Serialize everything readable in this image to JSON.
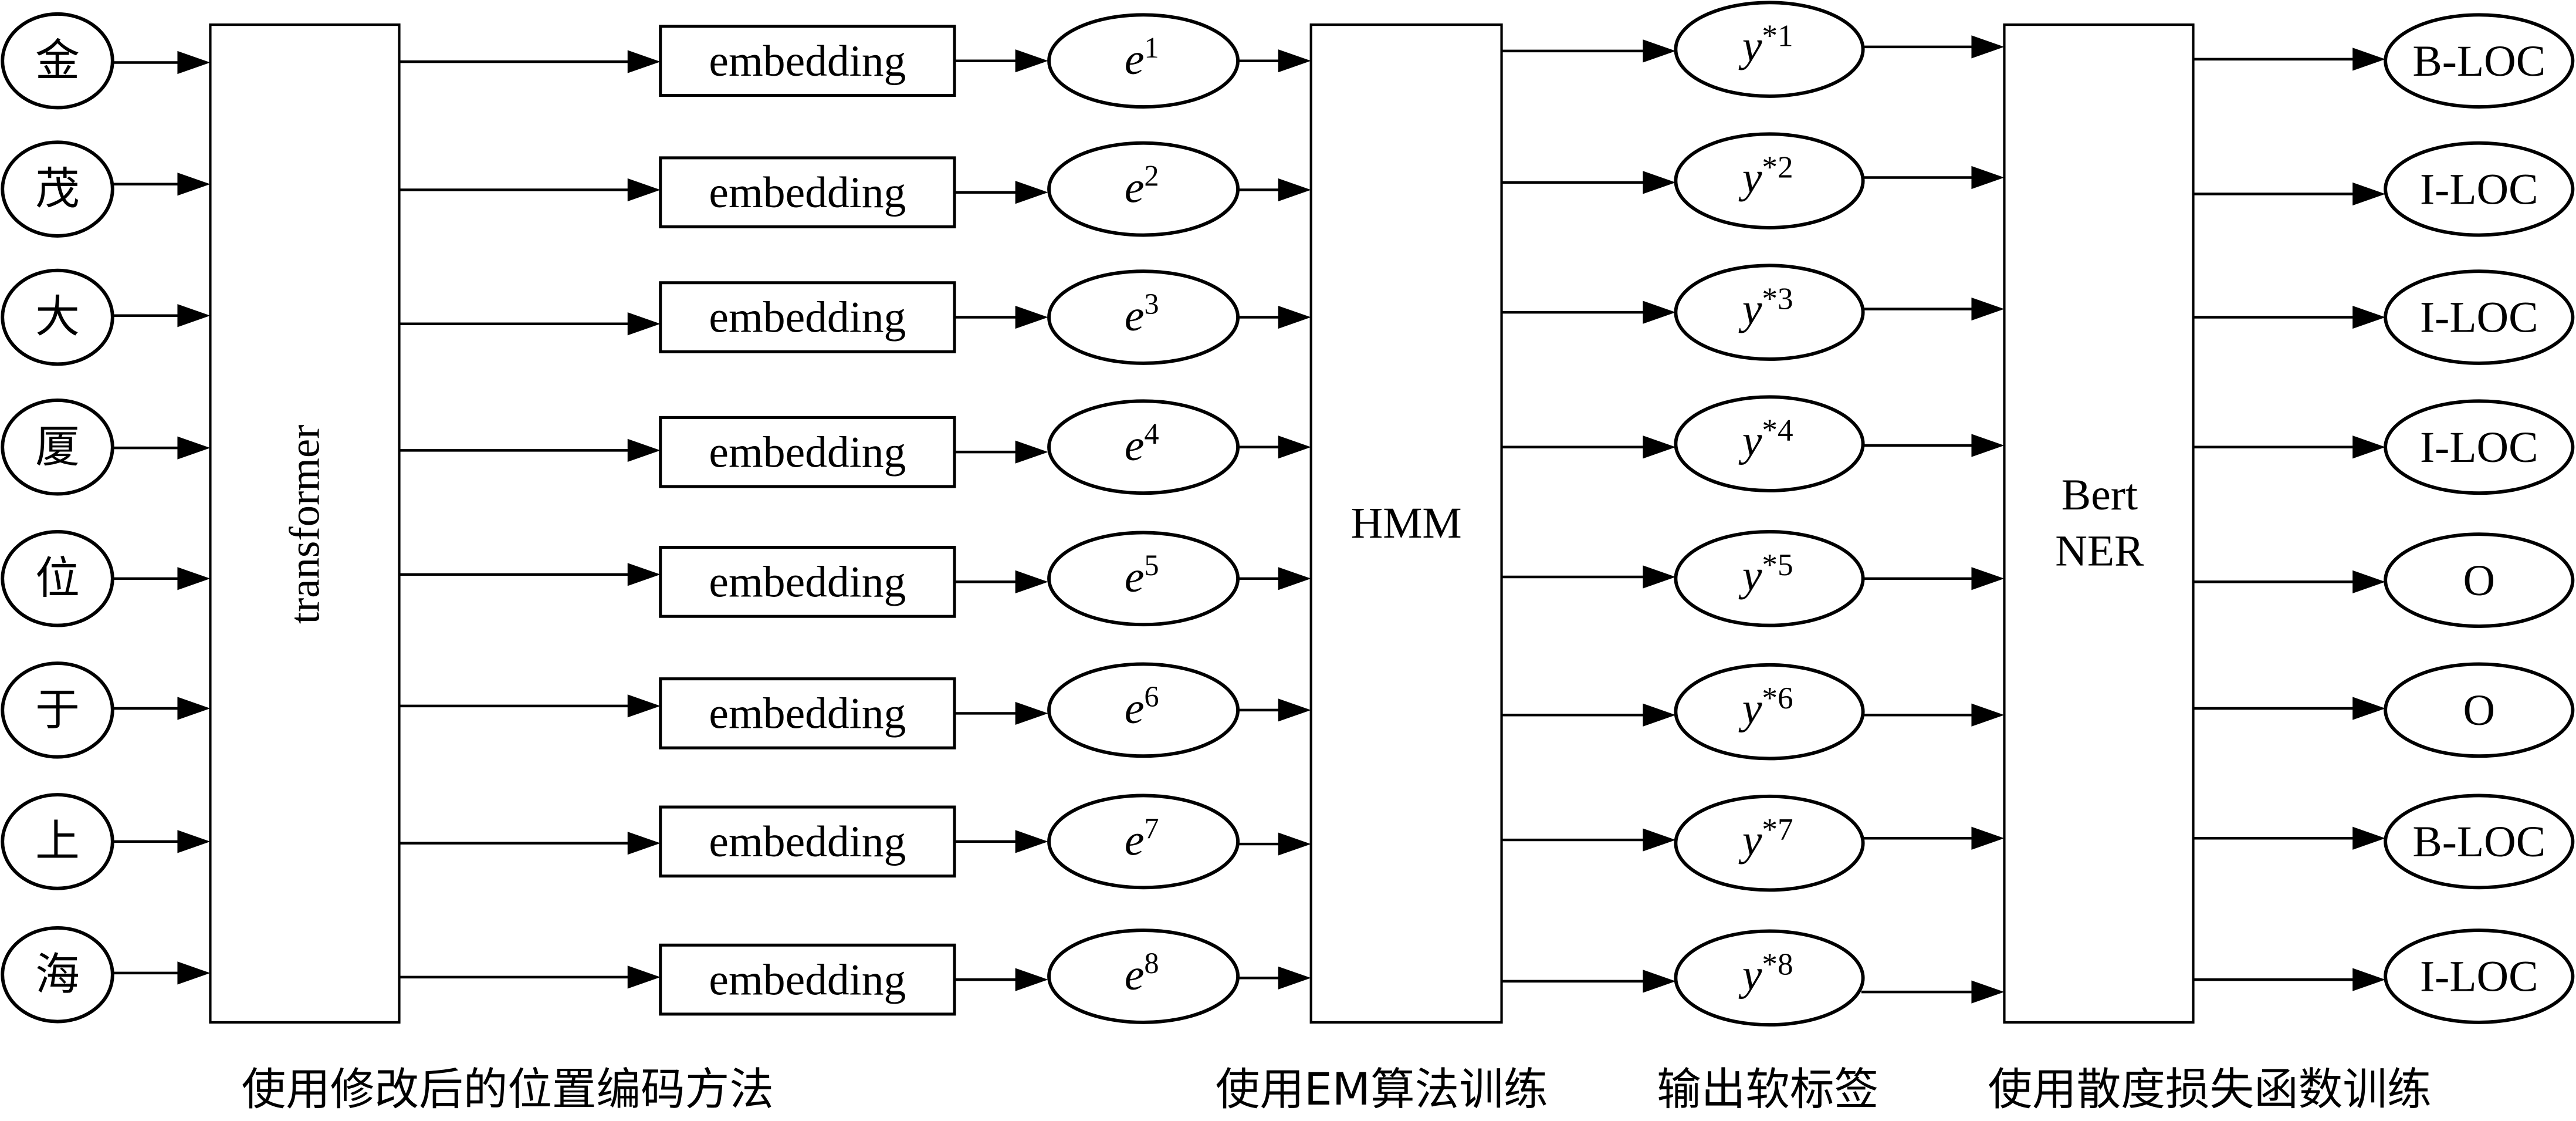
{
  "diagram": {
    "style": {
      "stroke_color": "#000000",
      "fill_color": "#ffffff"
    },
    "inputs": [
      "金",
      "茂",
      "大",
      "厦",
      "位",
      "于",
      "上",
      "海"
    ],
    "transformer": {
      "label": "transformer"
    },
    "embeddings": [
      "embedding",
      "embedding",
      "embedding",
      "embedding",
      "embedding",
      "embedding",
      "embedding",
      "embedding"
    ],
    "e_nodes": [
      {
        "base": "e",
        "sup": "1"
      },
      {
        "base": "e",
        "sup": "2"
      },
      {
        "base": "e",
        "sup": "3"
      },
      {
        "base": "e",
        "sup": "4"
      },
      {
        "base": "e",
        "sup": "5"
      },
      {
        "base": "e",
        "sup": "6"
      },
      {
        "base": "e",
        "sup": "7"
      },
      {
        "base": "e",
        "sup": "8"
      }
    ],
    "hmm": {
      "label": "HMM"
    },
    "soft_labels": [
      {
        "base": "y",
        "sup": "*1"
      },
      {
        "base": "y",
        "sup": "*2"
      },
      {
        "base": "y",
        "sup": "*3"
      },
      {
        "base": "y",
        "sup": "*4"
      },
      {
        "base": "y",
        "sup": "*5"
      },
      {
        "base": "y",
        "sup": "*6"
      },
      {
        "base": "y",
        "sup": "*7"
      },
      {
        "base": "y",
        "sup": "*8"
      }
    ],
    "bert_ner": {
      "line1": "Bert",
      "line2": "NER"
    },
    "outputs": [
      "B-LOC",
      "I-LOC",
      "I-LOC",
      "I-LOC",
      "O",
      "O",
      "B-LOC",
      "I-LOC"
    ],
    "captions": {
      "transformer_stage": "使用修改后的位置编码方法",
      "hmm_stage": "使用EM算法训练",
      "soft_label_stage": "输出软标签",
      "bert_stage": "使用散度损失函数训练"
    }
  }
}
